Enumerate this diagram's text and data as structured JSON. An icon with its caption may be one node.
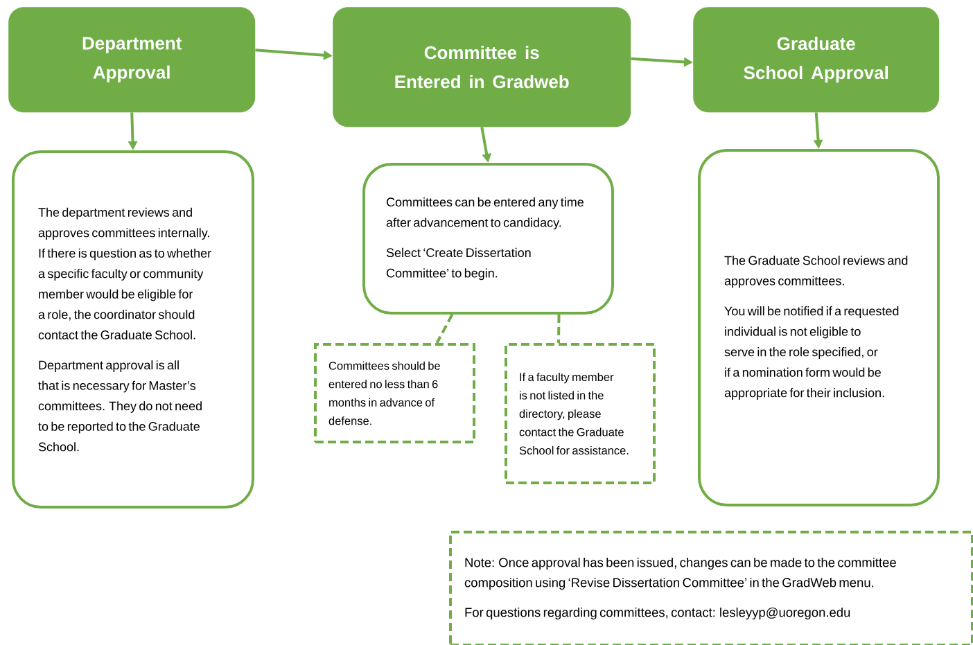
{
  "diagram": {
    "nodes": [
      {
        "text": [
          "Department Approval"
        ]
      },
      {
        "text": [
          "Committee is Entered in Gradweb"
        ]
      },
      {
        "text": [
          "Graduate School Approval"
        ]
      },
      {
        "text": [
          "The department reviews and approves committees internally. If there is question as to whether a specific faculty or community member would be eligible for a role, the coordinator should contact the Graduate School.",
          "Department approval is all that is necessary for Master’s committees. They do not need to be reported to the Graduate School."
        ]
      },
      {
        "text": [
          "Committees can be entered any time after advancement to candidacy.",
          "Select ‘Create Dissertation Committee’ to begin."
        ]
      },
      {
        "text": [
          "Committees should be entered no less than 6 months in advance of defense."
        ]
      },
      {
        "text": [
          "If a faculty member is not listed in the directory, please contact the Graduate School for assistance."
        ]
      },
      {
        "text": [
          "The Graduate School reviews and approves committees.",
          "You will be notified if a requested individual is not eligible to serve in the role specified, or if a nomination form would be appropriate for their inclusion."
        ]
      },
      {
        "text": [
          "Note: Once approval has been issued, changes can be made to the committee composition using ‘Revise Dissertation Committee’ in the GradWeb menu.",
          "For questions regarding committees, contact: lesleyyp@uoregon.edu"
        ]
      }
    ],
    "edges": [
      {
        "from": 0,
        "to": 1,
        "arrow": "to"
      },
      {
        "from": 1,
        "to": 2,
        "arrow": "to"
      },
      {
        "from": 0,
        "to": 3,
        "arrow": "to"
      },
      {
        "from": 1,
        "to": 4,
        "arrow": "to"
      },
      {
        "from": 2,
        "to": 7,
        "arrow": "to"
      },
      {
        "from": 4,
        "to": 5,
        "arrow": "none",
        "style": "dashed"
      },
      {
        "from": 4,
        "to": 6,
        "arrow": "none",
        "style": "dashed"
      }
    ]
  }
}
